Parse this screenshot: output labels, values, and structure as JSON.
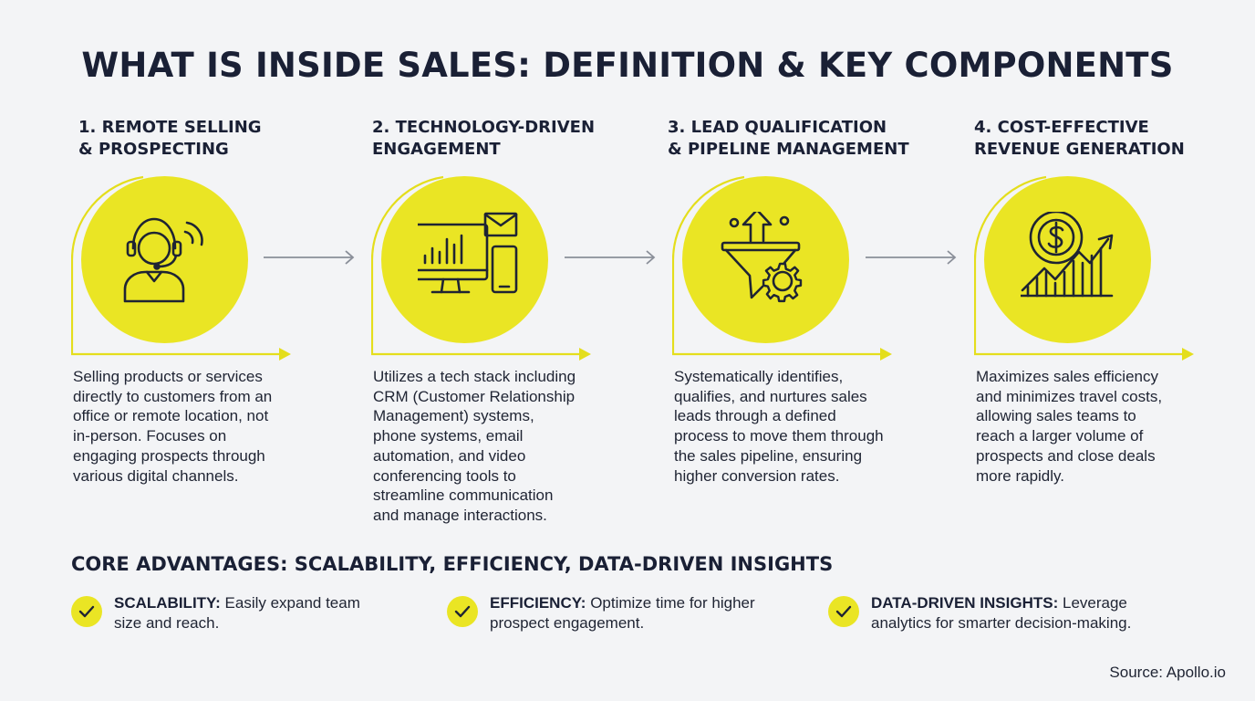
{
  "title": "WHAT IS INSIDE SALES: DEFINITION & KEY COMPONENTS",
  "accent_color": "#eae524",
  "steps": [
    {
      "title_lines": [
        "1. REMOTE SELLING",
        "& PROSPECTING"
      ],
      "icon": "headset-agent-icon",
      "desc_lines": [
        "Selling products or services",
        "directly to customers from an",
        "office or remote location, not",
        "in-person. Focuses on",
        "engaging prospects through",
        "various digital channels."
      ]
    },
    {
      "title_lines": [
        "2. TECHNOLOGY-DRIVEN",
        "ENGAGEMENT"
      ],
      "icon": "monitor-email-phone-icon",
      "desc_lines": [
        "Utilizes a tech stack including",
        "CRM (Customer Relationship",
        "Management) systems,",
        "phone systems, email",
        "automation, and video",
        "conferencing tools to",
        "streamline communication",
        "and manage interactions."
      ]
    },
    {
      "title_lines": [
        "3. LEAD QUALIFICATION",
        "& PIPELINE MANAGEMENT"
      ],
      "icon": "funnel-gear-icon",
      "desc_lines": [
        "Systematically identifies,",
        "qualifies, and nurtures sales",
        "leads through a defined",
        "process to move them through",
        "the sales pipeline, ensuring",
        "higher conversion rates."
      ]
    },
    {
      "title_lines": [
        "4. COST-EFFECTIVE",
        "REVENUE GENERATION"
      ],
      "icon": "dollar-growth-chart-icon",
      "desc_lines": [
        "Maximizes sales efficiency",
        "and minimizes travel costs,",
        "allowing sales teams to",
        "reach a larger volume of",
        "prospects and close deals",
        "more rapidly."
      ]
    }
  ],
  "advantages_heading": "CORE ADVANTAGES: SCALABILITY, EFFICIENCY, DATA-DRIVEN INSIGHTS",
  "advantages": [
    {
      "label": "SCALABILITY:",
      "line1": " Easily expand team",
      "line2": "size and reach."
    },
    {
      "label": "EFFICIENCY:",
      "line1": " Optimize time for higher",
      "line2": "prospect engagement."
    },
    {
      "label": "DATA-DRIVEN INSIGHTS:",
      "line1": " Leverage",
      "line2": "analytics for smarter decision-making."
    }
  ],
  "source": "Source: Apollo.io"
}
